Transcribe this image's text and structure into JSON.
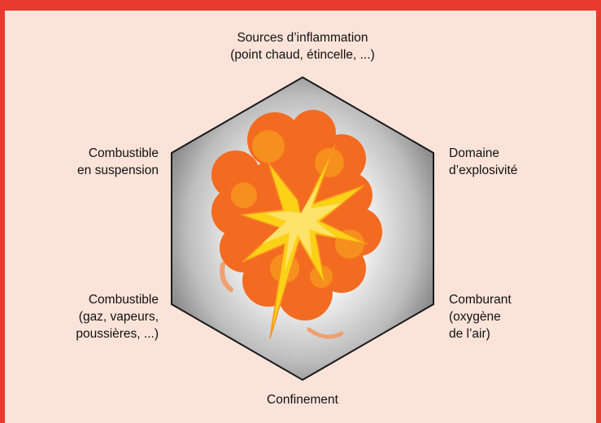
{
  "diagram": {
    "top_label": "Sources d’inflammation\n(point chaud, étincelle, ...)",
    "upper_right_label": "Domaine\nd’explosivité",
    "lower_right_label": "Comburant\n(oxygène\nde l’air)",
    "bottom_label": "Confinement",
    "lower_left_label": "Combustible\n(gaz, vapeurs,\npoussières, ...)",
    "upper_left_label": "Combustible\nen suspension"
  },
  "colors": {
    "frame": "#e8392e",
    "background": "#fbe3da",
    "hexagon_center": "#ffffff",
    "hexagon_edge": "#8a8a8a",
    "explosion_outer": "#f36b21",
    "explosion_mid": "#f7941d",
    "explosion_star": "#fcd116"
  },
  "icons": {
    "center": "explosion-icon"
  }
}
